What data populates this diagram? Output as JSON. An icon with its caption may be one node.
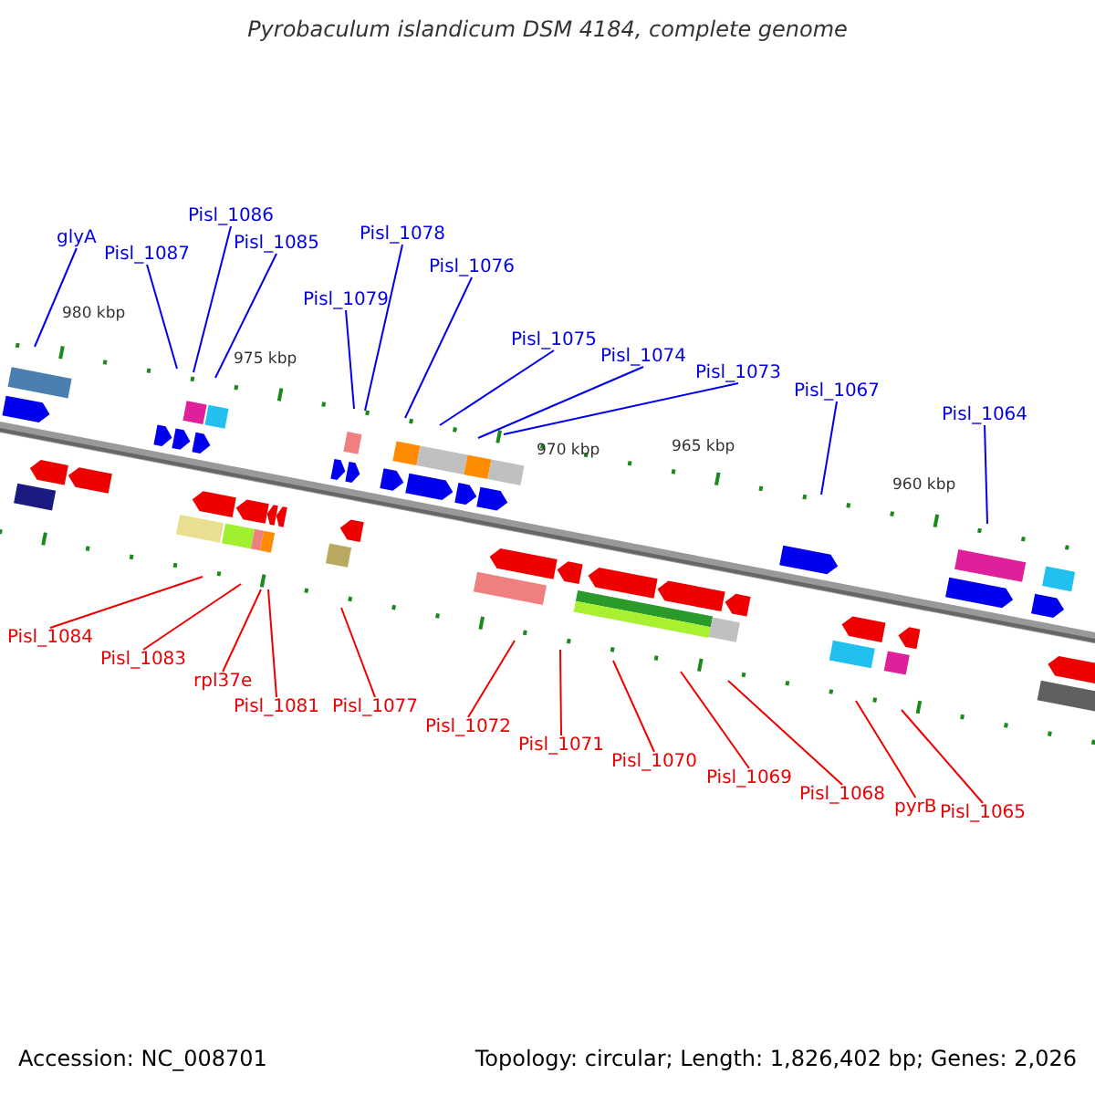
{
  "diagram": {
    "title": "Pyrobaculum islandicum DSM 4184, complete genome",
    "nodes": [
      {
        "text": [
          "glyA"
        ]
      },
      {
        "text": [
          "Pisl_1087"
        ]
      },
      {
        "text": [
          "Pisl_1086"
        ]
      },
      {
        "text": [
          "Pisl_1085"
        ]
      },
      {
        "text": [
          "Pisl_1079"
        ]
      },
      {
        "text": [
          "Pisl_1078"
        ]
      },
      {
        "text": [
          "Pisl_1076"
        ]
      },
      {
        "text": [
          "Pisl_1075"
        ]
      },
      {
        "text": [
          "Pisl_1074"
        ]
      },
      {
        "text": [
          "Pisl_1073"
        ]
      },
      {
        "text": [
          "Pisl_1067"
        ]
      },
      {
        "text": [
          "Pisl_1064"
        ]
      },
      {
        "text": [
          "Pisl_1084"
        ]
      },
      {
        "text": [
          "Pisl_1083"
        ]
      },
      {
        "text": [
          "rpl37e"
        ]
      },
      {
        "text": [
          "Pisl_1081"
        ]
      },
      {
        "text": [
          "Pisl_1077"
        ]
      },
      {
        "text": [
          "Pisl_1072"
        ]
      },
      {
        "text": [
          "Pisl_1071"
        ]
      },
      {
        "text": [
          "Pisl_1070"
        ]
      },
      {
        "text": [
          "Pisl_1069"
        ]
      },
      {
        "text": [
          "Pisl_1068"
        ]
      },
      {
        "text": [
          "pyrB"
        ]
      },
      {
        "text": [
          "Pisl_1065"
        ]
      }
    ],
    "edges": [
      {
        "from": 0,
        "to": null,
        "arrow": "none"
      },
      {
        "from": 1,
        "to": null,
        "arrow": "none"
      },
      {
        "from": 2,
        "to": null,
        "arrow": "none"
      },
      {
        "from": 3,
        "to": null,
        "arrow": "none"
      },
      {
        "from": 4,
        "to": null,
        "arrow": "none"
      },
      {
        "from": 5,
        "to": null,
        "arrow": "none"
      },
      {
        "from": 6,
        "to": null,
        "arrow": "none"
      },
      {
        "from": 7,
        "to": null,
        "arrow": "none"
      },
      {
        "from": 8,
        "to": null,
        "arrow": "none"
      },
      {
        "from": 9,
        "to": null,
        "arrow": "none"
      },
      {
        "from": 10,
        "to": null,
        "arrow": "none"
      },
      {
        "from": 11,
        "to": null,
        "arrow": "none"
      },
      {
        "from": 12,
        "to": null,
        "arrow": "none",
        "color": "#ee0000"
      },
      {
        "from": 13,
        "to": null,
        "arrow": "none",
        "color": "#ee0000"
      },
      {
        "from": 14,
        "to": null,
        "arrow": "none",
        "color": "#ee0000"
      },
      {
        "from": 15,
        "to": null,
        "arrow": "none",
        "color": "#ee0000"
      },
      {
        "from": 16,
        "to": null,
        "arrow": "none",
        "color": "#ee0000"
      },
      {
        "from": 17,
        "to": null,
        "arrow": "none",
        "color": "#ee0000"
      },
      {
        "from": 18,
        "to": null,
        "arrow": "none",
        "color": "#ee0000"
      },
      {
        "from": 19,
        "to": null,
        "arrow": "none",
        "color": "#ee0000"
      },
      {
        "from": 20,
        "to": null,
        "arrow": "none",
        "color": "#ee0000"
      },
      {
        "from": 21,
        "to": null,
        "arrow": "none",
        "color": "#ee0000"
      },
      {
        "from": 22,
        "to": null,
        "arrow": "none",
        "color": "#ee0000"
      },
      {
        "from": 23,
        "to": null,
        "arrow": "none",
        "color": "#ee0000"
      }
    ],
    "labels": [
      "980 kbp",
      "975 kbp",
      "970 kbp",
      "965 kbp",
      "960 kbp",
      "Accession: NC_008701",
      "Topology: circular; Length: 1,826,402 bp; Genes: 2,026"
    ]
  }
}
